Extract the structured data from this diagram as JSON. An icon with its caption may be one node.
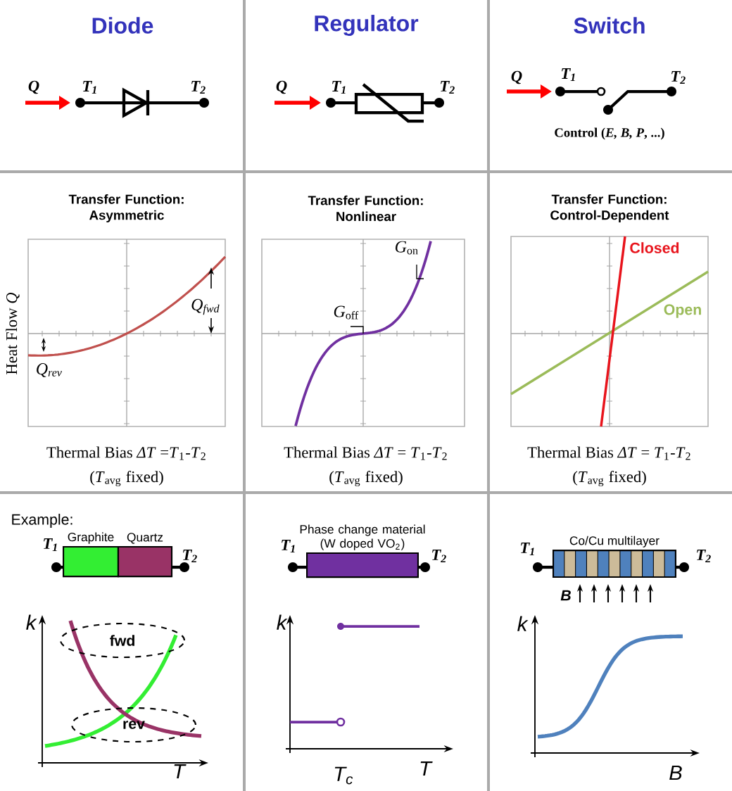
{
  "diagram": {
    "nodes": [
      {
        "text": [
          "Graphite"
        ]
      },
      {
        "text": [
          "Quartz"
        ]
      },
      {
        "text": [
          "fwd"
        ]
      },
      {
        "text": [
          "rev"
        ]
      },
      {
        "text": [
          "Phase change material (W doped VO$_{2}$)"
        ]
      },
      {
        "text": [
          "Co/Cu multilayer"
        ]
      }
    ],
    "labels": [
      "Diode",
      "Regulator",
      "Switch",
      "Q",
      "T$_{1}$",
      "T$_{2}$",
      "Q",
      "T$_{1}$",
      "T$_{2}$",
      "Q",
      "T$_{1}$",
      "T$_{2}$",
      "Control (*E, B, P*, ...)",
      "Transfer Function: Asymmetric",
      "Heat Flow *Q*",
      "Q$_{fwd}$",
      "Q$_{rev}$",
      "Thermal Bias *ΔT* =*T*$_{1}$-*T*$_{2}$",
      "(*T*$_{avg}$ fixed)",
      "Transfer Function: Nonlinear",
      "*G*$_{off}$",
      "*G*$_{on}$",
      "Thermal Bias *ΔT* = *T*$_{1}$-*T*$_{2}$",
      "(*T*$_{avg}$ fixed)",
      "Transfer Function: Control-Dependent",
      "Closed",
      "Open",
      "Thermal Bias *ΔT* = *T*$_{1}$-*T*$_{2}$",
      "(*T*$_{avg}$ fixed)",
      "Example:",
      "T$_{1}$",
      "T$_{2}$",
      "k",
      "T",
      "T$_{1}$",
      "T$_{2}$",
      "k",
      "T$_{c}$",
      "T",
      "T$_{1}$",
      "T$_{2}$",
      "B",
      "k",
      "B"
    ]
  }
}
